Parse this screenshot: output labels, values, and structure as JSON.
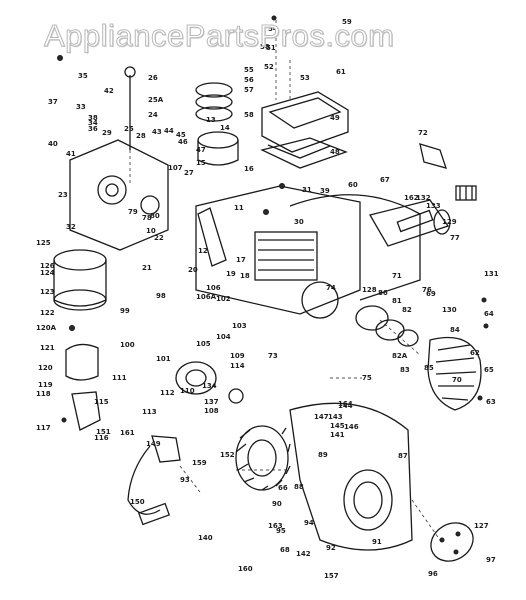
{
  "watermark": "AppliancePartsPros.com",
  "labels": [
    "10",
    "11",
    "12",
    "13",
    "14",
    "15",
    "16",
    "17",
    "18",
    "19",
    "20",
    "21",
    "22",
    "23",
    "24",
    "25",
    "25A",
    "26",
    "27",
    "28",
    "29",
    "30",
    "31",
    "32",
    "33",
    "34",
    "35",
    "36",
    "37",
    "38",
    "39",
    "40",
    "41",
    "42",
    "43",
    "44",
    "45",
    "46",
    "47",
    "48",
    "49",
    "50",
    "51",
    "52",
    "53",
    "54",
    "55",
    "56",
    "57",
    "58",
    "59",
    "60",
    "61",
    "62",
    "63",
    "64",
    "65",
    "66",
    "67",
    "68",
    "69",
    "70",
    "71",
    "72",
    "73",
    "74",
    "75",
    "76",
    "77",
    "78",
    "79",
    "80",
    "81",
    "82",
    "82A",
    "83",
    "84",
    "85",
    "86",
    "87",
    "88",
    "89",
    "90",
    "91",
    "92",
    "93",
    "94",
    "95",
    "96",
    "97",
    "98",
    "99",
    "100",
    "101",
    "102",
    "103",
    "104",
    "105",
    "106",
    "106A",
    "107",
    "108",
    "109",
    "110",
    "111",
    "112",
    "113",
    "114",
    "115",
    "116",
    "117",
    "118",
    "119",
    "120",
    "120A",
    "121",
    "122",
    "123",
    "124",
    "125",
    "126",
    "127",
    "128",
    "129",
    "130",
    "131",
    "132",
    "133",
    "134",
    "137",
    "140",
    "141",
    "142",
    "143",
    "144",
    "145",
    "146",
    "147",
    "149",
    "150",
    "151",
    "152",
    "157",
    "159",
    "160",
    "161",
    "162",
    "163",
    "164"
  ]
}
